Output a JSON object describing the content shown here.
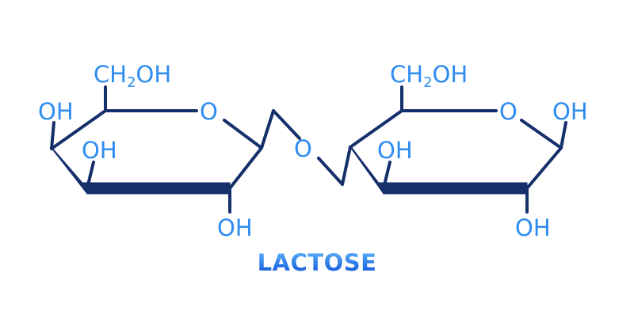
{
  "molecule": {
    "name": "LACTOSE"
  },
  "labels": {
    "ring_oxygen": "O",
    "bridge_oxygen": "O",
    "hydroxyl": "OH",
    "hydroxymethyl_prefix": "CH",
    "hydroxymethyl_subscript": "2",
    "hydroxymethyl_suffix": "OH"
  },
  "colors": {
    "bond": "#16306b",
    "label": "#2f8cf0",
    "title_top": "#5fb8ff",
    "title_bottom": "#0a4fd6"
  }
}
